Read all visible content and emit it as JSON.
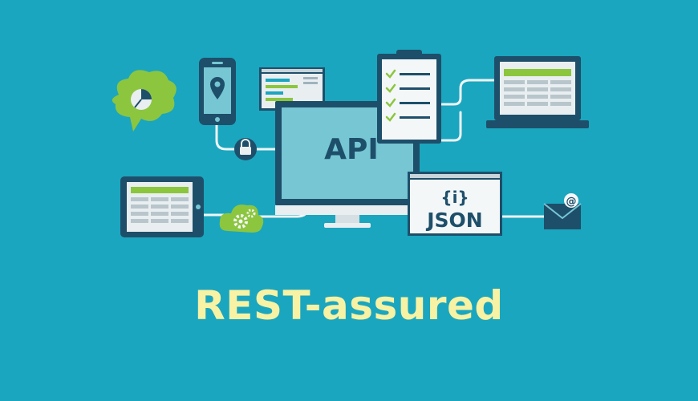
{
  "title": "REST-assured",
  "monitor_label": "API",
  "json_card": {
    "icon_text": "{i}",
    "label": "JSON"
  },
  "colors": {
    "background": "#1ba6bf",
    "dark": "#1e4f6a",
    "screen": "#e9eef0",
    "accent_green": "#8cc63f",
    "title": "#f7f2a4"
  }
}
